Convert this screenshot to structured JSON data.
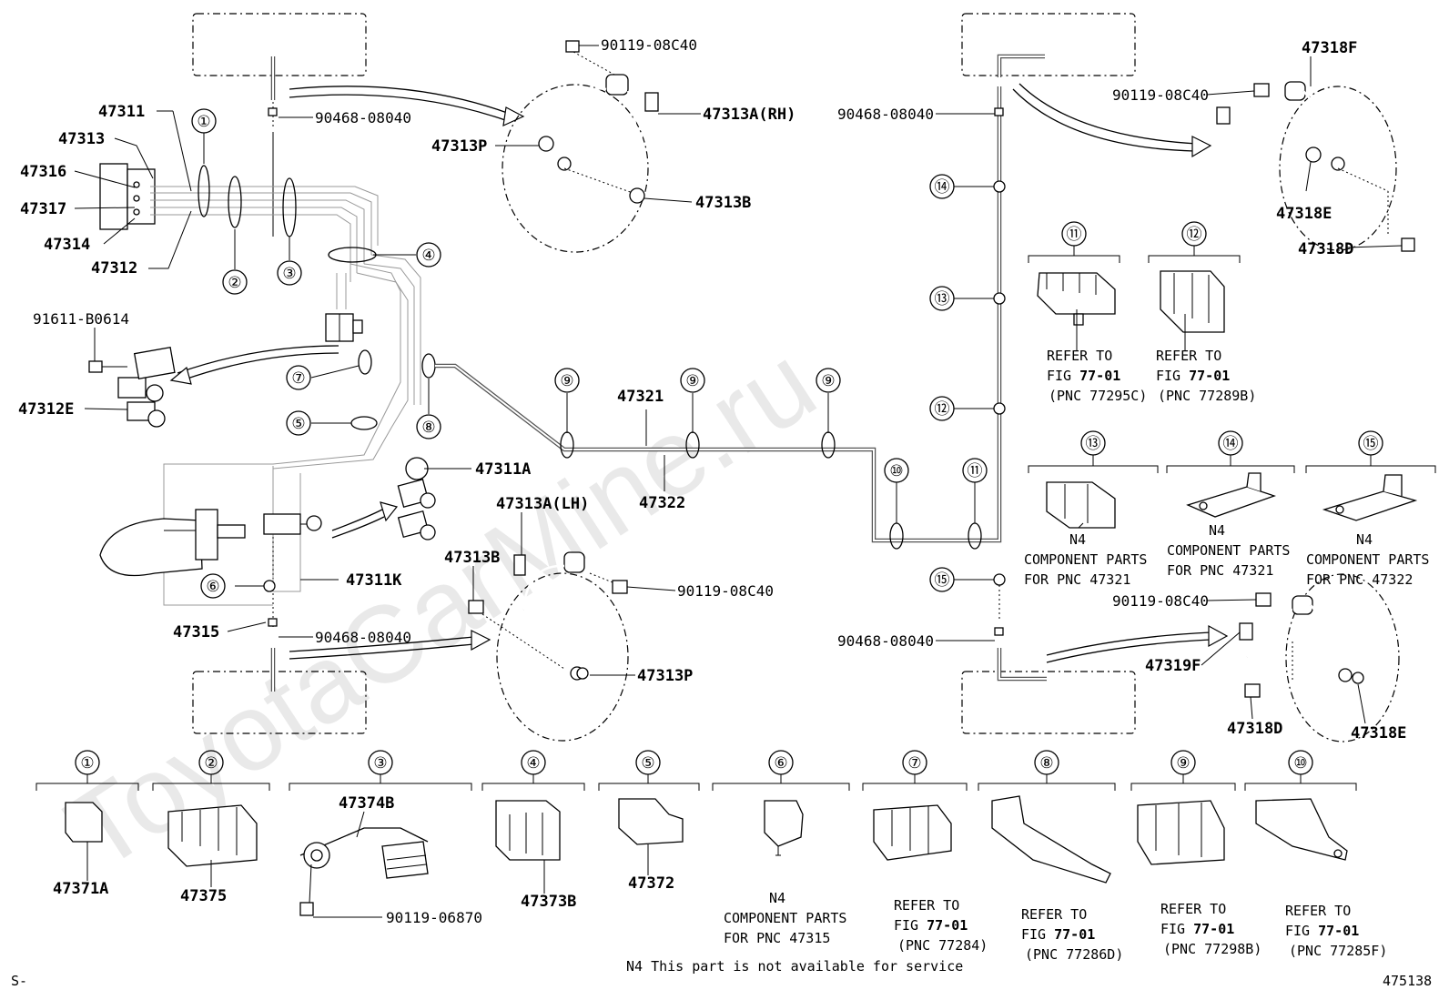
{
  "watermark": "ToyotaCarMine.ru",
  "labels": {
    "p47311": "47311",
    "p47313": "47313",
    "p47316": "47316",
    "p47317": "47317",
    "p47314": "47314",
    "p47312": "47312",
    "p91611": "91611-B0614",
    "p47312E": "47312E",
    "p90468a": "90468-08040",
    "p90468b": "90468-08040",
    "p90468c": "90468-08040",
    "p90468d": "90468-08040",
    "p90119a": "90119-08C40",
    "p90119b": "90119-08C40",
    "p90119c": "90119-08C40",
    "p90119d": "90119-08C40",
    "p47313A_RH": "47313A(RH)",
    "p47313P_a": "47313P",
    "p47313B_a": "47313B",
    "p47311A": "47311A",
    "p47321": "47321",
    "p47322": "47322",
    "p47313A_LH": "47313A(LH)",
    "p47313B_b": "47313B",
    "p47311K": "47311K",
    "p47315": "47315",
    "p47313P_b": "47313P",
    "p47318F": "47318F",
    "p47318E_a": "47318E",
    "p47318D_a": "47318D",
    "p47319F": "47319F",
    "p47318D_b": "47318D",
    "p47318E_b": "47318E",
    "p47371A": "47371A",
    "p47375": "47375",
    "p47374B": "47374B",
    "p90119_06870": "90119-06870",
    "p47373B": "47373B",
    "p47372": "47372"
  },
  "callouts": [
    "①",
    "②",
    "③",
    "④",
    "⑤",
    "⑥",
    "⑦",
    "⑧",
    "⑨",
    "⑩",
    "⑪",
    "⑫",
    "⑬",
    "⑭",
    "⑮"
  ],
  "notes": {
    "refer": "REFER TO",
    "fig": "FIG ",
    "fignum": "77-01",
    "pnc77295C": "(PNC 77295C)",
    "pnc77289B": "(PNC 77289B)",
    "pnc77284": "(PNC 77284)",
    "pnc77286D": "(PNC 77286D)",
    "pnc77298B": "(PNC 77298B)",
    "pnc77285F": "(PNC 77285F)",
    "n4": "N4",
    "comp": "COMPONENT PARTS",
    "for47321a": "FOR PNC 47321",
    "for47321b": "FOR PNC 47321",
    "for47322": "FOR PNC 47322",
    "for47315": "FOR PNC 47315",
    "footer": "N4 This part is not available for service",
    "s": "S-",
    "code": "475138"
  }
}
